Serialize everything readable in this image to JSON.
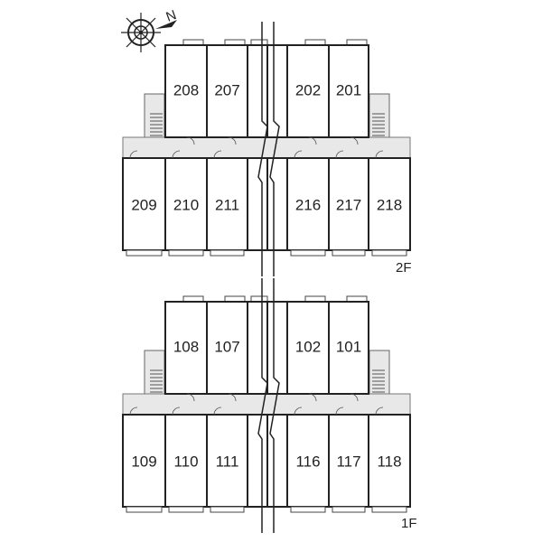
{
  "compass": {
    "label": "N",
    "icon": "compass-rose-icon"
  },
  "floors": [
    {
      "label": "2F",
      "upper_rooms": [
        "208",
        "207",
        "202",
        "201"
      ],
      "lower_rooms": [
        "209",
        "210",
        "211",
        "216",
        "217",
        "218"
      ]
    },
    {
      "label": "1F",
      "upper_rooms": [
        "108",
        "107",
        "102",
        "101"
      ],
      "lower_rooms": [
        "109",
        "110",
        "111",
        "116",
        "117",
        "118"
      ]
    }
  ]
}
